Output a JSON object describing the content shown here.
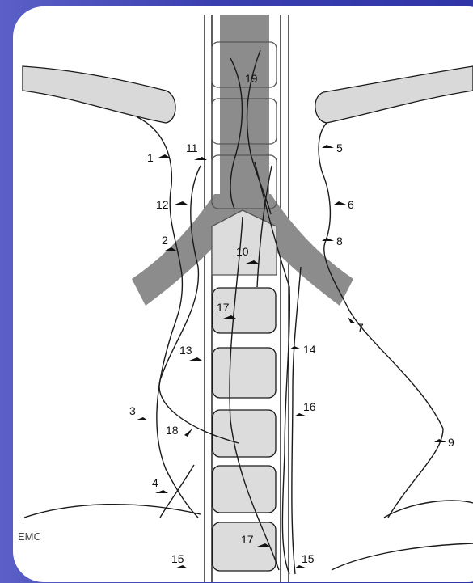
{
  "figure": {
    "watermark": "EMC",
    "colors": {
      "background": "#3a3fb0",
      "panel": "#ffffff",
      "dark_gray": "#8c8c8c",
      "light_gray": "#dcdcdc",
      "line": "#1a1a1a"
    },
    "labels": [
      {
        "id": "1",
        "text": "1"
      },
      {
        "id": "2",
        "text": "2"
      },
      {
        "id": "3",
        "text": "3"
      },
      {
        "id": "4",
        "text": "4"
      },
      {
        "id": "5",
        "text": "5"
      },
      {
        "id": "6",
        "text": "6"
      },
      {
        "id": "7",
        "text": "7"
      },
      {
        "id": "8",
        "text": "8"
      },
      {
        "id": "9",
        "text": "9"
      },
      {
        "id": "10",
        "text": "10"
      },
      {
        "id": "11",
        "text": "11"
      },
      {
        "id": "12",
        "text": "12"
      },
      {
        "id": "13",
        "text": "13"
      },
      {
        "id": "14",
        "text": "14"
      },
      {
        "id": "15a",
        "text": "15"
      },
      {
        "id": "15b",
        "text": "15"
      },
      {
        "id": "16",
        "text": "16"
      },
      {
        "id": "17a",
        "text": "17"
      },
      {
        "id": "17b",
        "text": "17"
      },
      {
        "id": "18",
        "text": "18"
      },
      {
        "id": "19",
        "text": "19"
      }
    ]
  }
}
